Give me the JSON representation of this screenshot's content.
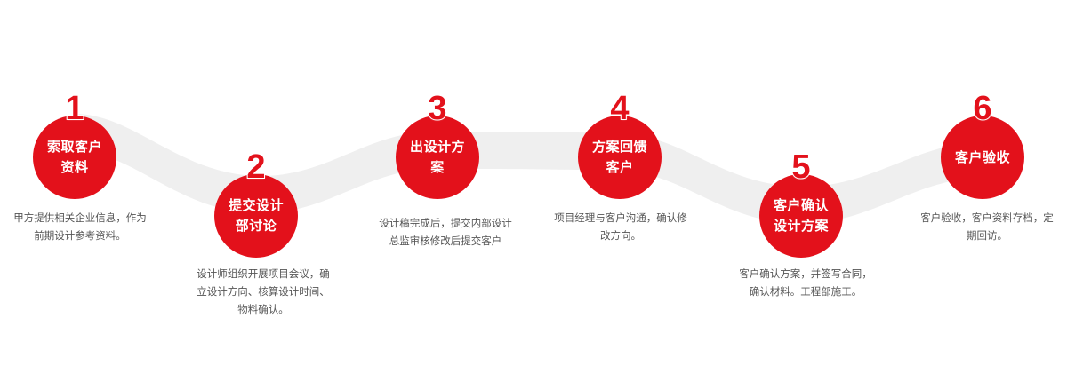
{
  "theme": {
    "accent": "#e3111b",
    "wave": "#efefef",
    "text": "#555555"
  },
  "steps": [
    {
      "number": "1",
      "title": "索取客户资料",
      "description": "甲方提供相关企业信息，作为前期设计参考资料。"
    },
    {
      "number": "2",
      "title": "提交设计部讨论",
      "description": "设计师组织开展项目会议，确立设计方向、核算设计时间、物料确认。"
    },
    {
      "number": "3",
      "title": "出设计方案",
      "description": "设计稿完成后，提交内部设计总监审核修改后提交客户"
    },
    {
      "number": "4",
      "title": "方案回馈客户",
      "description": "项目经理与客户沟通，确认修改方向。"
    },
    {
      "number": "5",
      "title": "客户确认设计方案",
      "description": "客户确认方案，并签写合同，确认材料。工程部施工。"
    },
    {
      "number": "6",
      "title": "客户验收",
      "description": "客户验收，客户资料存档，定期回访。"
    }
  ]
}
